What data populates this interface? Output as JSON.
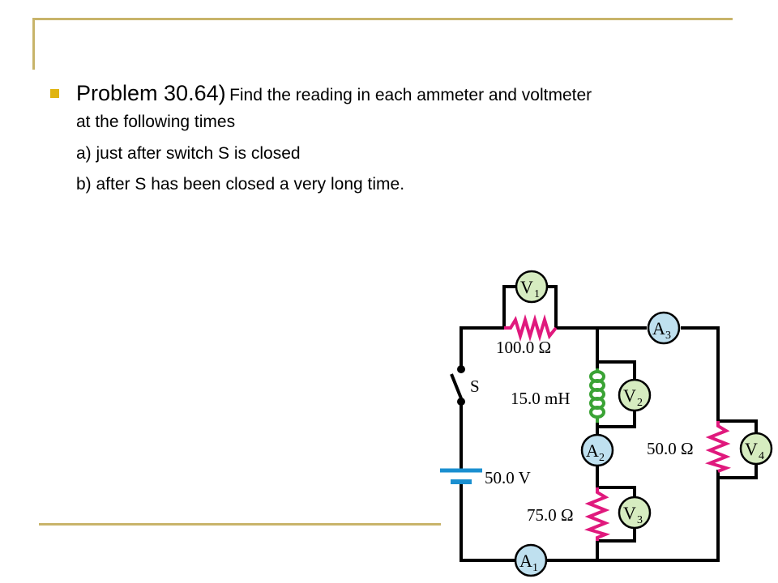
{
  "problem": {
    "label": "Problem 30.64)",
    "text_part1": "Find the reading in each ammeter and voltmeter",
    "text_part2": "at the following times",
    "item_a": "a) just after switch S is closed",
    "item_b": "b) after S has been closed a very long time."
  },
  "circuit": {
    "resistor_top": "100.0 Ω",
    "inductor": "15.0 mH",
    "resistor_right": "50.0 Ω",
    "resistor_bottom": "75.0 Ω",
    "battery": "50.0 V",
    "switch": "S",
    "meters": {
      "v1": {
        "letter": "V",
        "sub": "1"
      },
      "v2": {
        "letter": "V",
        "sub": "2"
      },
      "v3": {
        "letter": "V",
        "sub": "3"
      },
      "v4": {
        "letter": "V",
        "sub": "4"
      },
      "a1": {
        "letter": "A",
        "sub": "1"
      },
      "a2": {
        "letter": "A",
        "sub": "2"
      },
      "a3": {
        "letter": "A",
        "sub": "3"
      }
    }
  },
  "colors": {
    "accent_line": "#c8b46a",
    "bullet": "#e0b410",
    "voltmeter_fill": "#d6ecc0",
    "ammeter_fill": "#bfe0ef",
    "resistor": "#e0197d",
    "inductor": "#3aa335",
    "battery": "#1a8fd0"
  }
}
